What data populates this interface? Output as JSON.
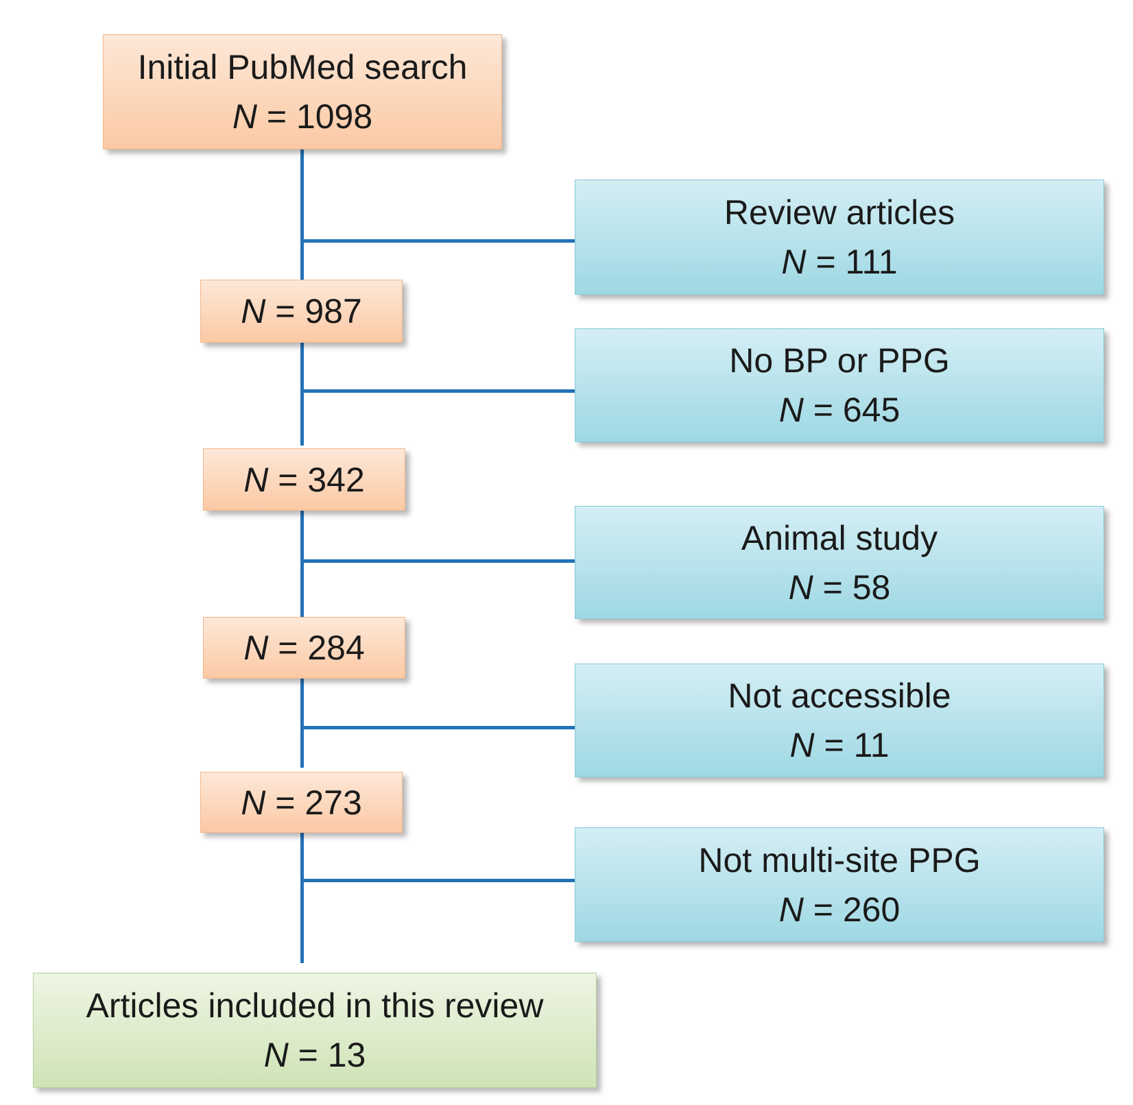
{
  "flow": {
    "initial": {
      "label": "Initial PubMed search",
      "n_symbol": "N",
      "eq": "=",
      "value": "1098"
    },
    "remaining": [
      {
        "n_symbol": "N",
        "eq": "=",
        "value": "987"
      },
      {
        "n_symbol": "N",
        "eq": "=",
        "value": "342"
      },
      {
        "n_symbol": "N",
        "eq": "=",
        "value": "284"
      },
      {
        "n_symbol": "N",
        "eq": "=",
        "value": "273"
      }
    ],
    "exclusions": [
      {
        "label": "Review articles",
        "n_symbol": "N",
        "eq": "=",
        "value": "111"
      },
      {
        "label": "No BP or PPG",
        "n_symbol": "N",
        "eq": "=",
        "value": "645"
      },
      {
        "label": "Animal study",
        "n_symbol": "N",
        "eq": "=",
        "value": "58"
      },
      {
        "label": "Not accessible",
        "n_symbol": "N",
        "eq": "=",
        "value": "11"
      },
      {
        "label": "Not multi-site PPG",
        "n_symbol": "N",
        "eq": "=",
        "value": "260"
      }
    ],
    "final": {
      "label": "Articles included in this review",
      "n_symbol": "N",
      "eq": "=",
      "value": "13"
    }
  },
  "colors": {
    "connector": "#2372b6",
    "stage_box": "#fbc9a4",
    "exclusion_box": "#9ed8e4",
    "final_box": "#cfe3b6"
  }
}
